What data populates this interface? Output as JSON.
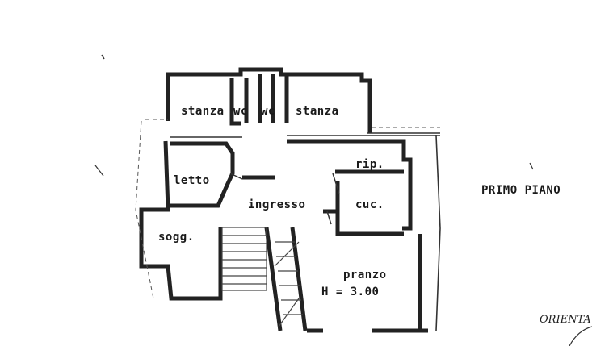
{
  "drawing": {
    "floor_title": "PRIMO PIANO",
    "orientation_label": "ORIENTA",
    "height_note": "H = 3.00"
  },
  "rooms": {
    "stanza_left": "stanza",
    "wc_1": "wc",
    "wc_2": "wc",
    "stanza_right": "stanza",
    "letto": "letto",
    "rip": "rip.",
    "ingresso": "ingresso",
    "cuc": "cuc.",
    "sogg": "sogg.",
    "pranzo": "pranzo"
  },
  "colors": {
    "ink": "#222222",
    "paper": "#ffffff"
  }
}
